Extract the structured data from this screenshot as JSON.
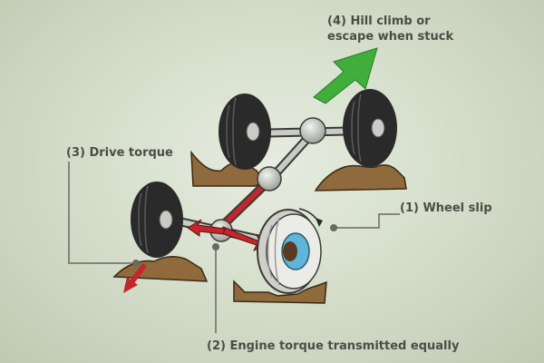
{
  "labels": {
    "hill_climb": {
      "line1": "(4) Hill climb or",
      "line2": "escape when stuck"
    },
    "drive_torque": "(3) Drive torque",
    "wheel_slip": "(1) Wheel slip",
    "engine_torque": "(2) Engine torque transmitted equally"
  },
  "colors": {
    "background": "#dbe3d2",
    "tire": "#2a2a2a",
    "hub": "#c8cbc6",
    "axle": "#c9cbc5",
    "dirt": "#8e6a3c",
    "torque_arrow": "#c2272d",
    "climb_arrow": "#3fae3a",
    "slipping_wheel_hub": "#5fb6d8",
    "label_text": "#4d4b46"
  }
}
